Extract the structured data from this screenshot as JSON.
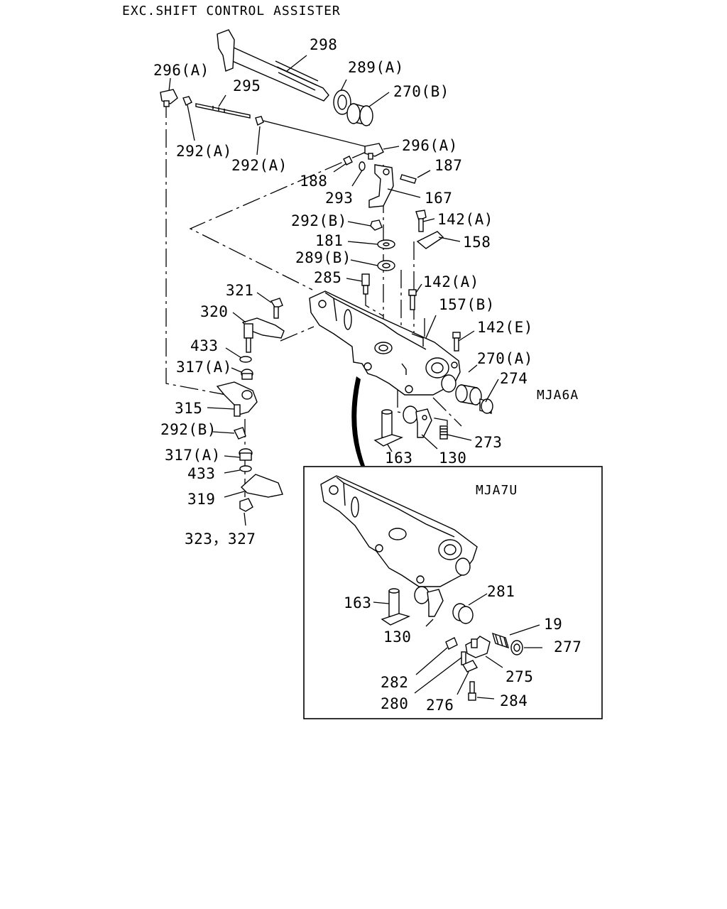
{
  "title": "EXC.SHIFT CONTROL ASSISTER",
  "main_code": "MJA6A",
  "inset_code": "MJA7U",
  "labels": {
    "l298": "298",
    "l296a_top": "296(A)",
    "l289a": "289(A)",
    "l295": "295",
    "l270b": "270(B)",
    "l292a_left": "292(A)",
    "l292a_mid": "292(A)",
    "l296a_right": "296(A)",
    "l187": "187",
    "l188": "188",
    "l293": "293",
    "l167": "167",
    "l292b_top": "292(B)",
    "l142a_top": "142(A)",
    "l181": "181",
    "l158": "158",
    "l289b": "289(B)",
    "l285": "285",
    "l142a_mid": "142(A)",
    "l321": "321",
    "l157b": "157(B)",
    "l320": "320",
    "l142e": "142(E)",
    "l433_top": "433",
    "l270a": "270(A)",
    "l317a_top": "317(A)",
    "l274": "274",
    "l315": "315",
    "l292b_low": "292(B)",
    "l273": "273",
    "l163_main": "163",
    "l130_main": "130",
    "l317a_low": "317(A)",
    "l433_low": "433",
    "l319": "319",
    "l323_327": "323，327",
    "l281": "281",
    "l163_inset": "163",
    "l19": "19",
    "l130_inset": "130",
    "l277": "277",
    "l275": "275",
    "l282": "282",
    "l280": "280",
    "l276": "276",
    "l284": "284"
  }
}
